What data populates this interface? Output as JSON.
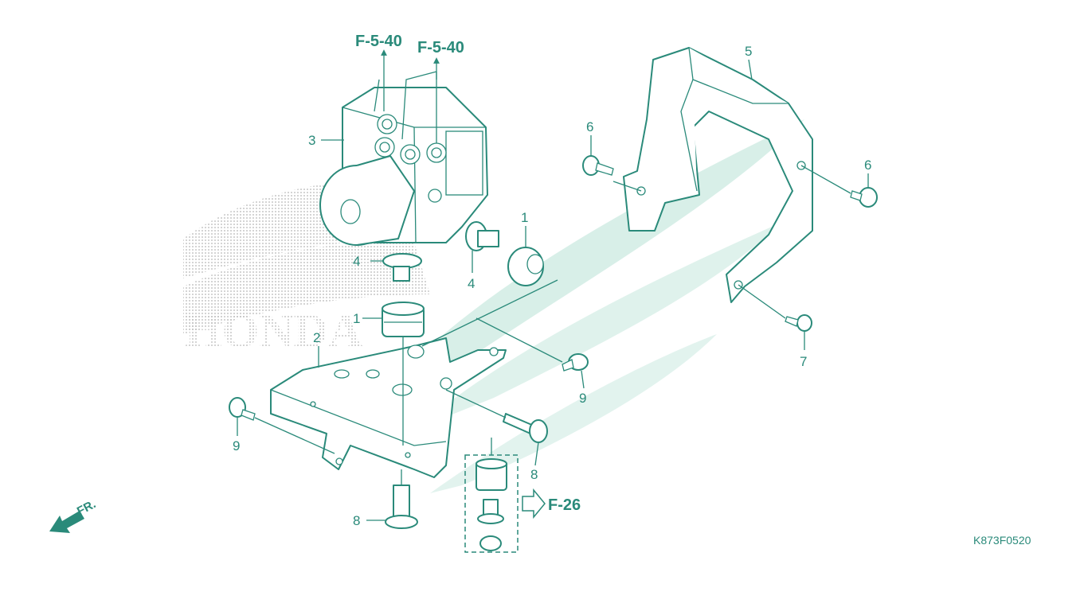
{
  "diagram": {
    "code": "K873F0520",
    "watermark": "HONDA",
    "direction_label": "FR.",
    "refs": {
      "f540_a": "F-5-40",
      "f540_b": "F-5-40",
      "f26": "F-26"
    },
    "callouts": [
      {
        "id": "1a",
        "num": "1"
      },
      {
        "id": "1b",
        "num": "1"
      },
      {
        "id": "2",
        "num": "2"
      },
      {
        "id": "3",
        "num": "3"
      },
      {
        "id": "4a",
        "num": "4"
      },
      {
        "id": "4b",
        "num": "4"
      },
      {
        "id": "5",
        "num": "5"
      },
      {
        "id": "6a",
        "num": "6"
      },
      {
        "id": "6b",
        "num": "6"
      },
      {
        "id": "7",
        "num": "7"
      },
      {
        "id": "8a",
        "num": "8"
      },
      {
        "id": "8b",
        "num": "8"
      },
      {
        "id": "9a",
        "num": "9"
      },
      {
        "id": "9b",
        "num": "9"
      }
    ],
    "colors": {
      "line": "#2a8a7a",
      "wing": "#d8efe8",
      "dots": "#b8b8b8"
    }
  }
}
